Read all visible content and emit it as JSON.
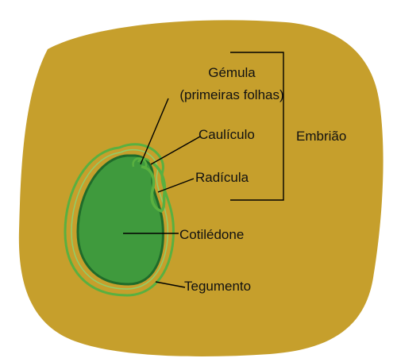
{
  "colors": {
    "background": "#c69f2c",
    "seed_green": "#3f9a3d",
    "seed_outline": "#1f6b2a",
    "coat_line": "#59b040",
    "text": "#111111"
  },
  "labels": {
    "gemula_line1": "Gémula",
    "gemula_line2": "(primeiras folhas)",
    "caulicolo": "Caulículo",
    "radicula": "Radícula",
    "embriao": "Embrião",
    "cotiledone": "Cotilédone",
    "tegumento": "Tegumento"
  }
}
